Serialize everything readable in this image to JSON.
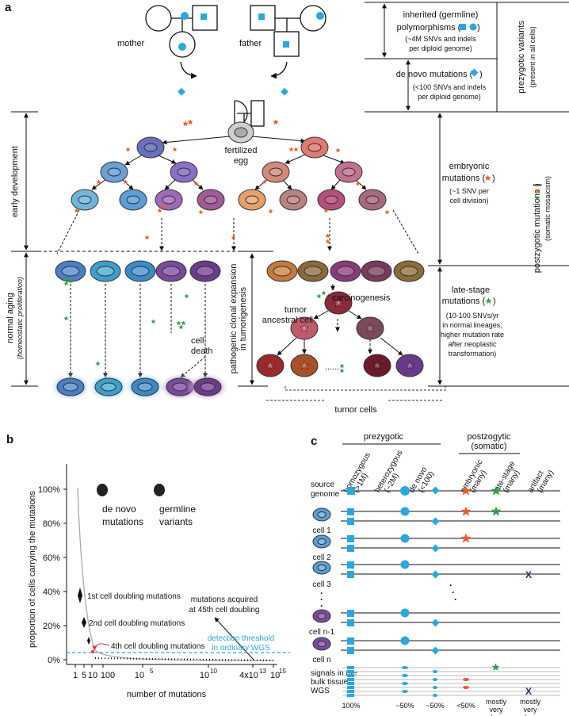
{
  "panel_a": {
    "label": "a",
    "mother": "mother",
    "father": "father",
    "fertilized": [
      "fertilized",
      "egg"
    ],
    "inherited": [
      "inherited (germline)",
      "polymorphisms (",
      ")",
      "(~4M SNVs and indels",
      "per diploid genome)"
    ],
    "denovo": [
      "de novo mutations (",
      ")",
      "(<100 SNVs and indels",
      "per diploid genome)"
    ],
    "prezygotic": [
      "prezygotic variants",
      "(present in all cells)"
    ],
    "embryonic": [
      "embryonic",
      "mutations (",
      ")",
      "(~1 SNV per",
      "cell division)"
    ],
    "postzygotic": [
      "postzygotic mutations (",
      ")",
      "(somatic mosaicism)"
    ],
    "latestage": [
      "late-stage",
      "mutations (",
      ")",
      "(10-100 SNVs/yr",
      "in normal lineages;",
      "higher mutation rate",
      "after neoplastic",
      "transformation)"
    ],
    "early_development": "early development",
    "normal_aging": [
      "normal aging",
      "(homeostatic proliferation)"
    ],
    "pathogenic": [
      "pathogenic clonal expansion",
      "in tumorigenesis"
    ],
    "carcinogenesis": "carcinogenesis",
    "tumor_ancestral": [
      "tumor",
      "ancestral cell"
    ],
    "cell_death": [
      "cell",
      "death"
    ],
    "tumor_cells": "tumor cells",
    "dots": "......"
  },
  "panel_b": {
    "label": "b",
    "ylabel": "proportion of cells carrying the mutations",
    "xlabel": "number of mutations",
    "yticks": [
      "0%",
      "20%",
      "40%",
      "60%",
      "80%",
      "100%"
    ],
    "xticks": [
      "1",
      "5",
      "10",
      "100",
      "10",
      "5",
      "10",
      "10",
      "4x10",
      "13",
      "10",
      "15"
    ],
    "legend_denovo": [
      "de novo",
      "mutations"
    ],
    "legend_germline": [
      "germline",
      "variants"
    ],
    "ann_1st": "1st cell doubling mutations",
    "ann_2nd": "2nd cell doubling mutations",
    "ann_4th": "4th cell doubling mutations",
    "ann_45": [
      "mutations acquired",
      "at 45th cell doubling"
    ],
    "ann_threshold": [
      "detection threshold",
      "in ordinary WGS"
    ],
    "threshold_color": "#29a8e0"
  },
  "panel_c": {
    "label": "c",
    "prezygotic": "prezygotic",
    "postzygotic": [
      "postzogytic",
      "(somatic)"
    ],
    "columns": [
      [
        "homozygous",
        "(>1M)"
      ],
      [
        "heterozygous",
        "(~2M)"
      ],
      [
        "de novo",
        "(<100)"
      ],
      [
        "embryonic",
        "(many)"
      ],
      [
        "late-stage",
        "(many)"
      ],
      [
        "artifact",
        "(many)"
      ]
    ],
    "rows": [
      "source",
      "genome",
      "cell 1",
      "cell 2",
      "cell 3",
      "cell n-1",
      "cell n"
    ],
    "signals": [
      "signals in the",
      "bulk tissue",
      "WGS"
    ],
    "percent": [
      "100%",
      "~50%",
      "~50%",
      "<50%",
      "mostly",
      "very",
      "low",
      "mostly",
      "very",
      "low"
    ],
    "vdots": "·",
    "x_mark": "X"
  },
  "colors": {
    "blue": "#29a8e0",
    "orange": "#f05a28",
    "green": "#2f9e44",
    "navy": "#2b2d84"
  }
}
